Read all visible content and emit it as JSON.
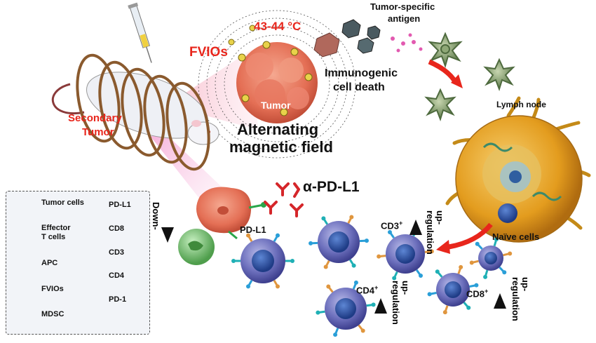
{
  "labels": {
    "temperature": "43-44 °C",
    "fvios": "FVIOs",
    "tumor_specific": "Tumor-specific",
    "antigen": "antigen",
    "immunogenic": "Immunogenic",
    "cell_death": "cell death",
    "tumor": "Tumor",
    "alternating": "Alternating",
    "magnetic_field": "magnetic field",
    "secondary": "Secondary",
    "secondary_tumor": "Tumor",
    "lymph_node": "Lymph node",
    "alpha_pdl1": "α-PD-L1",
    "pdl1": "PD-L1",
    "naive_cells": "Naïve cells",
    "cd3": "CD3",
    "cd4": "CD4",
    "cd8": "CD8",
    "plus": "+",
    "down1": "Down-",
    "down2": "regulation",
    "up1": "up-",
    "up2": "regulation"
  },
  "legend": {
    "tumor_cells": "Tumor cells",
    "effector": "Effector",
    "t_cells": "T cells",
    "apc": "APC",
    "fvios": "FVIOs",
    "mdsc": "MDSC",
    "pdl1": "PD-L1",
    "cd8": "CD8",
    "cd3": "CD3",
    "cd4": "CD4",
    "pd1": "PD-1"
  },
  "colors": {
    "accent_red": "#e8261c",
    "tumor": "#e8806a",
    "tcell": "#6a6fb8",
    "tcell_core": "#2f4f9e",
    "apc": "#6b8a5e",
    "mdsc": "#7ec27a",
    "lymph": "#e8a820",
    "coil": "#8a5a2e"
  },
  "icons": [
    "syringe-icon",
    "mouse-icon",
    "coil-icon",
    "tumor-icon",
    "dendritic-cell-icon",
    "lymph-node-icon",
    "t-cell-icon",
    "antibody-icon",
    "mdsc-icon",
    "arrow-icon"
  ]
}
